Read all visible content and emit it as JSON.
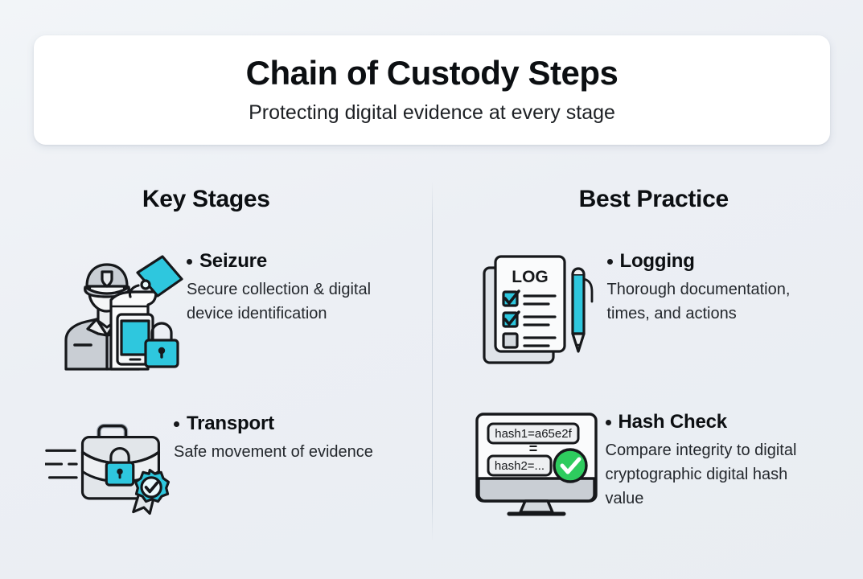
{
  "header": {
    "title": "Chain of Custody Steps",
    "subtitle": "Protecting digital evidence at every stage"
  },
  "columns": [
    {
      "heading": "Key Stages",
      "items": [
        {
          "title": "Seizure",
          "description": "Secure collection & digital device identification",
          "icon": "police-officer-evidence-bag-icon"
        },
        {
          "title": "Transport",
          "description": "Safe movement of evidence",
          "icon": "locked-briefcase-seal-icon"
        }
      ]
    },
    {
      "heading": "Best Practice",
      "items": [
        {
          "title": "Logging",
          "description": "Thorough documentation, times, and actions",
          "icon": "log-checklist-pen-icon"
        },
        {
          "title": "Hash Check",
          "description": "Compare integrity to digital cryptographic digital hash value",
          "icon": "monitor-hash-compare-icon"
        }
      ]
    }
  ],
  "icon_labels": {
    "log_sheet": "LOG",
    "hash_line_1": "hash1=a65e2f",
    "hash_equals": "=",
    "hash_line_2": "hash2=..."
  },
  "colors": {
    "accent_cyan": "#2ec7de",
    "success_green": "#2ecc5e",
    "ink": "#16181b",
    "gray_light": "#dfe3e7",
    "gray_mid": "#c3c8ce",
    "background": "#eef1f5",
    "card": "#ffffff"
  }
}
